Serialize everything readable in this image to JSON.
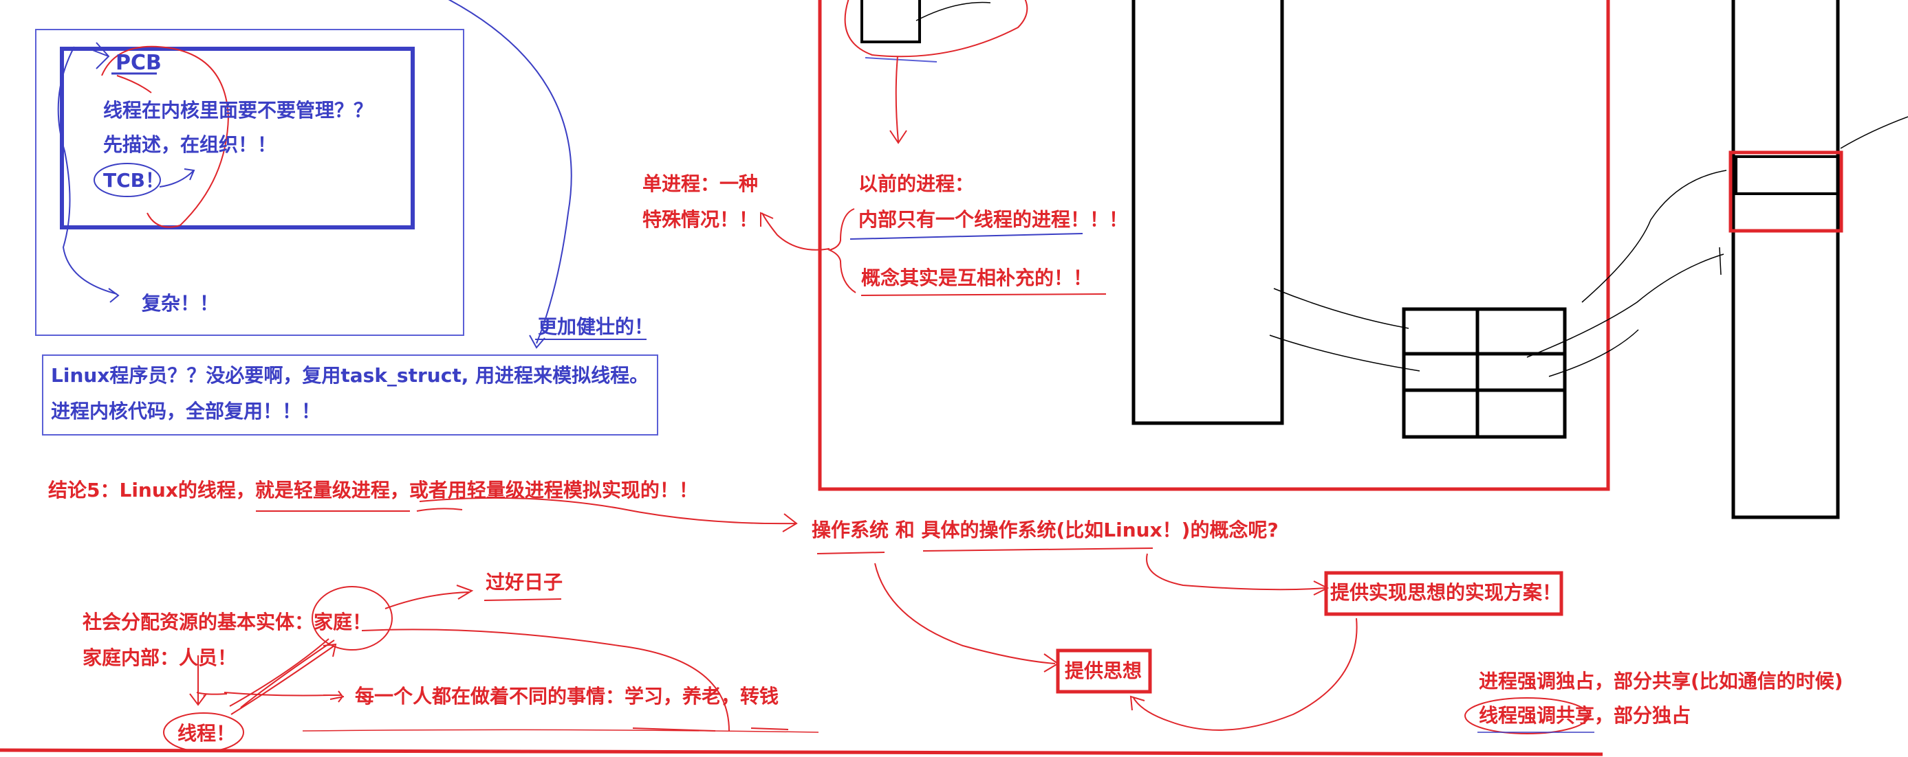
{
  "colors": {
    "blue_ink": "#3b3fc4",
    "red_ink": "#e0262b",
    "black_ink": "#000000",
    "background": "#ffffff"
  },
  "pcb_box": {
    "title": "PCB",
    "line1": "线程在内核里面要不要管理？？",
    "line2": "先描述，在组织！！",
    "tcb": "TCB！",
    "complex": "复杂！！"
  },
  "linux_box": {
    "stronger": "更加健壮的！",
    "line1": "Linux程序员？？没必要啊，复用task_struct, 用进程来模拟线程。",
    "line2": "进程内核代码，全部复用！！！"
  },
  "conclusion": "结论5：Linux的线程，就是轻量级进程，或者用轻量级进程模拟实现的！！",
  "single_process": {
    "line1": "单进程：一种",
    "line2": "特殊情况！！"
  },
  "previous_process": {
    "line1": "以前的进程：",
    "line2": "内部只有一个线程的进程！！！",
    "line3": "概念其实是互相补充的！！"
  },
  "os_question": "操作系统 和 具体的操作系统(比如Linux！)的概念呢?",
  "implementation_box": "提供实现思想的实现方案！",
  "idea_box": "提供思想",
  "family": {
    "good_life": "过好日子",
    "basic_entity": "社会分配资源的基本实体：家庭！",
    "inside": "家庭内部：人员！",
    "each_person": "每一个人都在做着不同的事情：学习，养老，转钱",
    "thread": "线程！"
  },
  "comparison": {
    "process": "进程强调独占，部分共享(比如通信的时候)",
    "thread": "线程强调共享，部分独占"
  }
}
